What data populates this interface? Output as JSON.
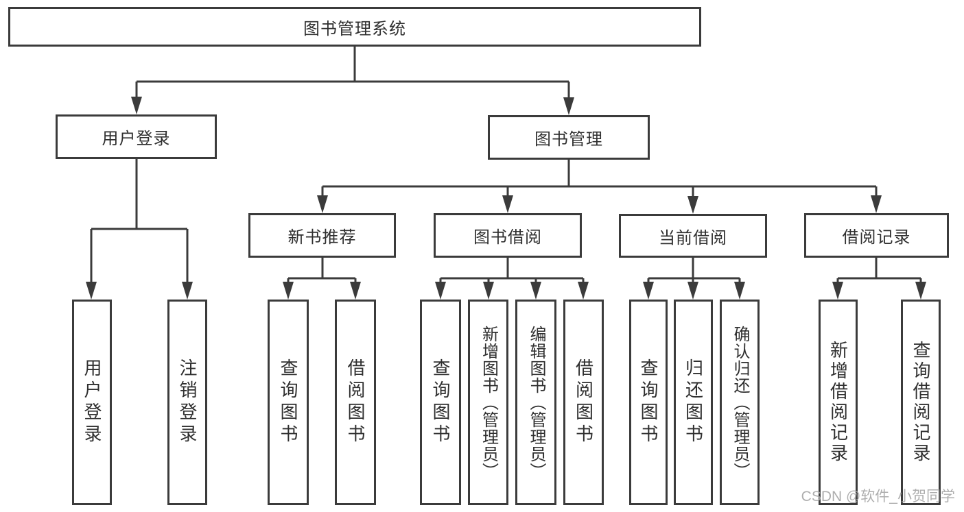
{
  "diagram_type": "hierarchy-tree",
  "colors": {
    "line": "#3b3b3b",
    "text": "#2f2f2f",
    "watermark": "#a6a6a6",
    "background": "#ffffff"
  },
  "tree": {
    "root": {
      "label": "图书管理系统",
      "children": [
        {
          "label": "用户登录",
          "children": [
            {
              "label": "用户登录"
            },
            {
              "label": "注销登录"
            }
          ]
        },
        {
          "label": "图书管理",
          "children": [
            {
              "label": "新书推荐",
              "children": [
                {
                  "label": "查询图书"
                },
                {
                  "label": "借阅图书"
                }
              ]
            },
            {
              "label": "图书借阅",
              "children": [
                {
                  "label": "查询图书"
                },
                {
                  "label": "新增图书（管理员）"
                },
                {
                  "label": "编辑图书（管理员）"
                },
                {
                  "label": "借阅图书"
                }
              ]
            },
            {
              "label": "当前借阅",
              "children": [
                {
                  "label": "查询图书"
                },
                {
                  "label": "归还图书"
                },
                {
                  "label": "确认归还（管理员）"
                }
              ]
            },
            {
              "label": "借阅记录",
              "children": [
                {
                  "label": "新增借阅记录"
                },
                {
                  "label": "查询借阅记录"
                }
              ]
            }
          ]
        }
      ]
    }
  },
  "watermark": {
    "text": "CSDN @软件_小贺同学"
  }
}
